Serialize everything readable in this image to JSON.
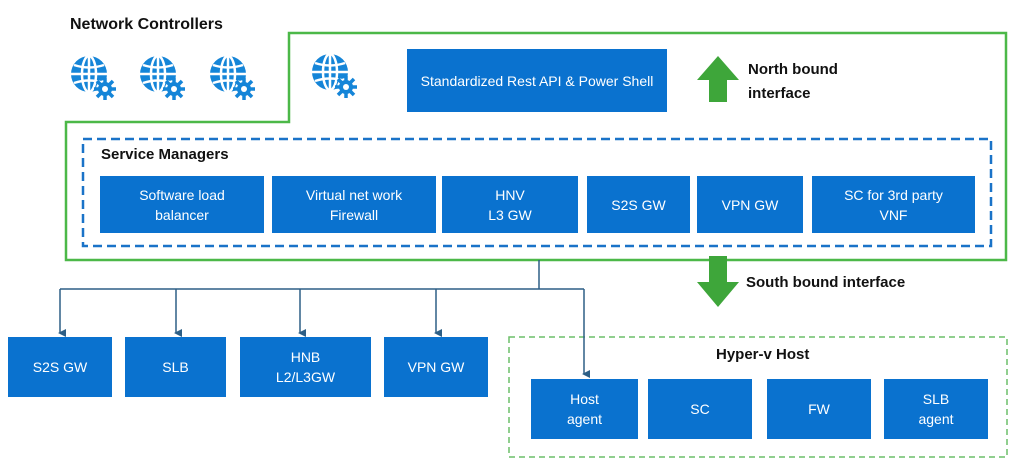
{
  "network_controllers": {
    "title": "Network Controllers",
    "icons": [
      "globe-gear-icon",
      "globe-gear-icon",
      "globe-gear-icon",
      "globe-gear-icon"
    ]
  },
  "northbound": {
    "api_box": "Standardized Rest API & Power Shell",
    "label": "North bound\ninterface",
    "arrow_icon": "arrow-up-icon"
  },
  "service_managers": {
    "title": "Service Managers",
    "items": [
      "Software load\nbalancer",
      "Virtual net work\nFirewall",
      "HNV\nL3 GW",
      "S2S GW",
      "VPN GW",
      "SC for 3rd party\nVNF"
    ]
  },
  "southbound": {
    "label": "South bound interface",
    "arrow_icon": "arrow-down-icon"
  },
  "gateways": [
    "S2S GW",
    "SLB",
    "HNB\nL2/L3GW",
    "VPN GW"
  ],
  "hyperv_host": {
    "title": "Hyper-v Host",
    "items": [
      "Host\nagent",
      "SC",
      "FW",
      "SLB\nagent"
    ]
  },
  "colors": {
    "box_blue": "#0a72cf",
    "controller_outline": "#4cb848",
    "service_dashed": "#1a73c8",
    "host_dashed": "#6cbf69",
    "arrow_green": "#3ea63a",
    "connector": "#2d5f86",
    "globe_blue": "#1585d8"
  }
}
